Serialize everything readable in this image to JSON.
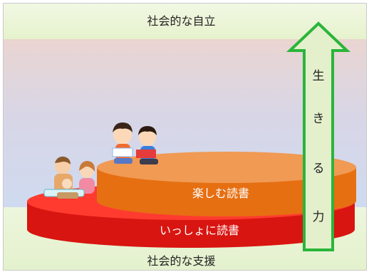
{
  "diagram": {
    "top_label": "社会的な自立",
    "bottom_label": "社会的な支援",
    "upper_tier_label": "楽しむ読書",
    "lower_tier_label": "いっしょに読書",
    "arrow_chars": [
      "生",
      "き",
      "る",
      "力"
    ],
    "colors": {
      "upper_tier": "#ea7a1c",
      "lower_tier": "#f0201a",
      "arrow_fill": "#e4f0cc",
      "arrow_stroke": "#2ab53a"
    }
  }
}
